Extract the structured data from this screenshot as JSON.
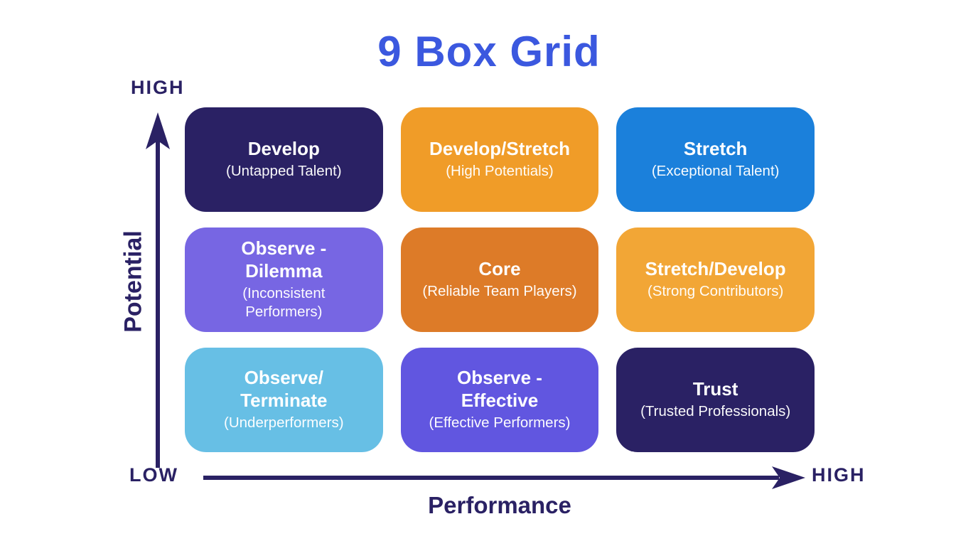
{
  "title": "9 Box Grid",
  "colors": {
    "title": "#3B58DF",
    "axis": "#2A2164",
    "background": "#FFFFFF",
    "cell_text": "#FFFFFF"
  },
  "axes": {
    "y_label": "Potential",
    "y_high_label": "HIGH",
    "origin_label": "LOW",
    "x_label": "Performance",
    "x_high_label": "HIGH"
  },
  "grid": {
    "cells": [
      {
        "name": "Develop",
        "descriptor": "(Untapped Talent)",
        "color": "#2A2164"
      },
      {
        "name": "Develop/Stretch",
        "descriptor": "(High Potentials)",
        "color": "#F09C28"
      },
      {
        "name": "Stretch",
        "descriptor": "(Exceptional Talent)",
        "color": "#1B80DB"
      },
      {
        "name": "Observe -\nDilemma",
        "descriptor": "(Inconsistent\nPerformers)",
        "color": "#7766E3"
      },
      {
        "name": "Core",
        "descriptor": "(Reliable Team Players)",
        "color": "#DD7B28"
      },
      {
        "name": "Stretch/Develop",
        "descriptor": "(Strong Contributors)",
        "color": "#F2A636"
      },
      {
        "name": "Observe/\nTerminate",
        "descriptor": "(Underperformers)",
        "color": "#67BFE5"
      },
      {
        "name": "Observe -\nEffective",
        "descriptor": "(Effective Performers)",
        "color": "#6156E0"
      },
      {
        "name": "Trust",
        "descriptor": "(Trusted Professionals)",
        "color": "#2A2164"
      }
    ]
  }
}
